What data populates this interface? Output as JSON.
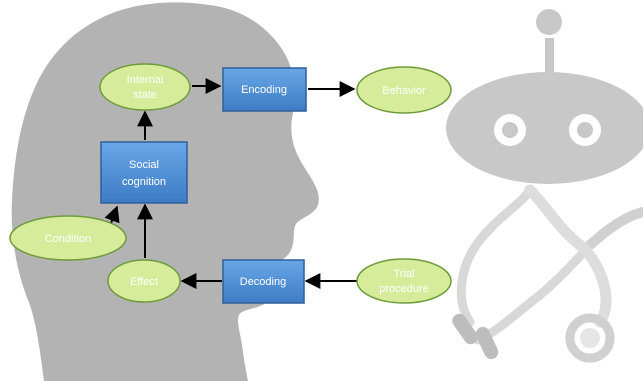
{
  "diagram": {
    "nodes": {
      "internal_state": {
        "label_line1": "Internal",
        "label_line2": "state",
        "shape": "ellipse"
      },
      "encoding": {
        "label": "Encoding",
        "shape": "box"
      },
      "behavior": {
        "label": "Behavior",
        "shape": "ellipse"
      },
      "social_cognition": {
        "label_line1": "Social",
        "label_line2": "cognition",
        "shape": "box"
      },
      "condition": {
        "label": "Condition",
        "shape": "ellipse"
      },
      "effect": {
        "label": "Effect",
        "shape": "ellipse"
      },
      "decoding": {
        "label": "Decoding",
        "shape": "box"
      },
      "trial_procedure": {
        "label_line1": "Trial",
        "label_line2": "procedure",
        "shape": "ellipse"
      }
    },
    "edges": [
      {
        "from": "internal_state",
        "to": "encoding"
      },
      {
        "from": "encoding",
        "to": "behavior"
      },
      {
        "from": "social_cognition",
        "to": "internal_state"
      },
      {
        "from": "condition",
        "to": "social_cognition"
      },
      {
        "from": "effect",
        "to": "social_cognition"
      },
      {
        "from": "decoding",
        "to": "effect"
      },
      {
        "from": "trial_procedure",
        "to": "decoding"
      }
    ]
  },
  "background": {
    "left_icon": "human-head-silhouette",
    "right_top_icon": "robot-head-icon",
    "right_bottom_icon": "stethoscope-icon"
  },
  "colors": {
    "ellipse_fill": "#d6ec9a",
    "ellipse_stroke": "#6f9a3a",
    "box_fill": "#4f8fd6",
    "box_stroke": "#2f5f9c",
    "silhouette": "#b3b3b3",
    "robot": "#c8c8c8",
    "stethoscope": "#d6d6d6",
    "arrow": "#000000",
    "label": "#ffffff"
  }
}
